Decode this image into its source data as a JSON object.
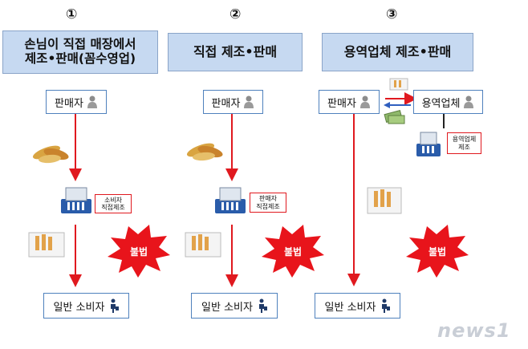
{
  "columns": [
    {
      "number": "①",
      "header": [
        "손님이 직접 매장에서",
        "제조•판매(꼼수영업)"
      ],
      "seller": "판매자",
      "tag": [
        "소비자",
        "직접제조"
      ],
      "illegal": "불법",
      "consumer": "일반 소비자"
    },
    {
      "number": "②",
      "header": [
        "직접 제조•판매"
      ],
      "seller": "판매자",
      "tag": [
        "판매자",
        "직접제조"
      ],
      "illegal": "불법",
      "consumer": "일반 소비자"
    },
    {
      "number": "③",
      "header": [
        "용역업체 제조•판매"
      ],
      "seller": "판매자",
      "contractor": "용역업체",
      "tag": [
        "용역업체",
        "제조"
      ],
      "illegal": "불법",
      "consumer": "일반 소비자"
    }
  ],
  "watermark": "news1",
  "colors": {
    "header_bg": "#c6d9f1",
    "arrow": "#e0191f",
    "burst": "#e8141b",
    "box_border": "#4f81bd"
  },
  "icons": [
    "person-icon",
    "tobacco-leaf-icon",
    "rolling-machine-icon",
    "cigarette-pack-icon",
    "money-icon",
    "walking-person-icon"
  ]
}
